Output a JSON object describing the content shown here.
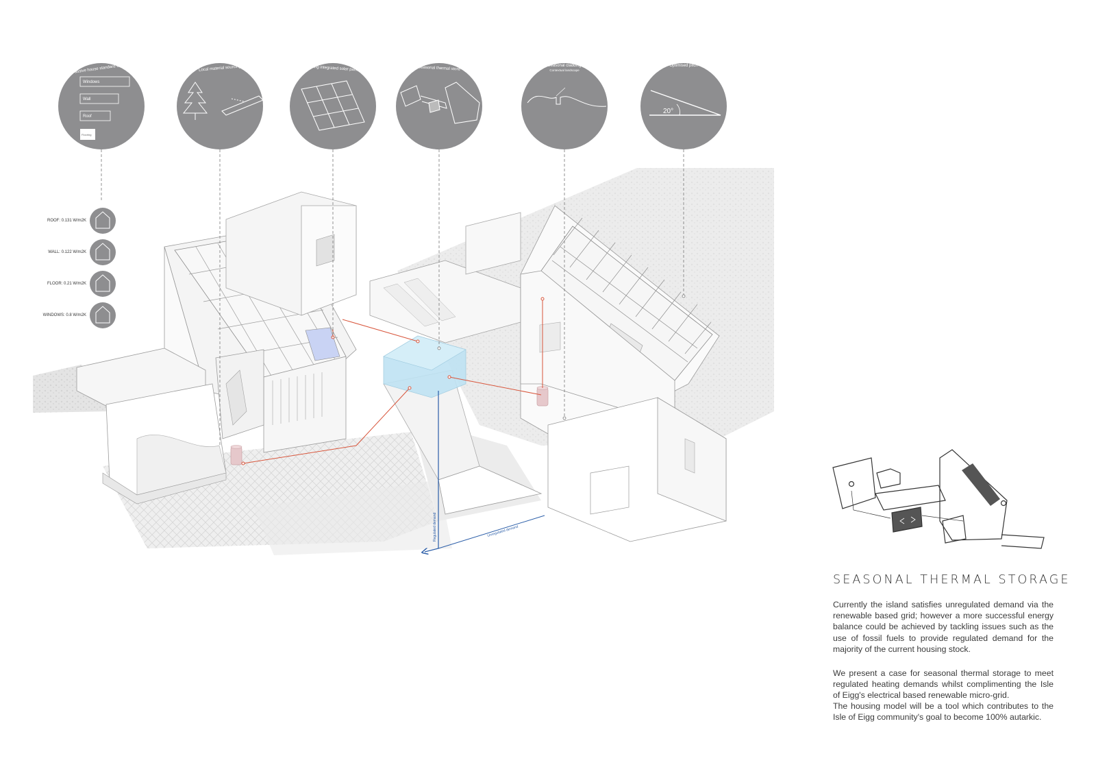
{
  "circles": [
    {
      "label": "Passive house standard U-value",
      "sub_labels": [
        "Windows",
        "Wall",
        "Roof",
        "Flooring"
      ]
    },
    {
      "label": "Local material sourcing",
      "sub_labels": []
    },
    {
      "label": "Building integrated solar panels",
      "sub_labels": []
    },
    {
      "label": "Seasonal thermal store",
      "sub_labels": []
    },
    {
      "label": "Seasonal cladding",
      "sub_labels": [
        "Contextual landscape"
      ]
    },
    {
      "label": "Optimised pitch",
      "sub_labels": [
        "20°"
      ]
    }
  ],
  "u_values": [
    {
      "label": "ROOF: 0.131 W/m2K"
    },
    {
      "label": "WALL: 0.122 W/m2K"
    },
    {
      "label": "FLOOR: 0.21 W/m2K"
    },
    {
      "label": "WINDOWS: 0.8 W/m2K"
    }
  ],
  "axis_labels": {
    "vertical": "Regulated demand",
    "horizontal": "Unregulated demand"
  },
  "colors": {
    "circle": "#8e8e90",
    "regulated_line": "#d8553b",
    "axis_line": "#2a5da8",
    "thermal_store": "#bfe3f3",
    "cylinder": "#e6c8cb",
    "text": "#3a3a3a"
  },
  "text": {
    "title": "SEASONAL THERMAL STORAGE",
    "paragraph1": "Currently the island satisfies unregulated demand via the renewable based grid; however a more successful energy balance could be achieved by tackling issues such as the use of fossil fuels to provide regulated demand for the majority of the current housing stock.",
    "paragraph2": "We present a case for seasonal thermal storage to meet regulated heating demands whilst complimenting the Isle of Eigg's electrical based renewable micro-grid.",
    "paragraph3": "The housing model will be a tool which contributes to the Isle of Eigg community's goal to become 100% autarkic."
  }
}
